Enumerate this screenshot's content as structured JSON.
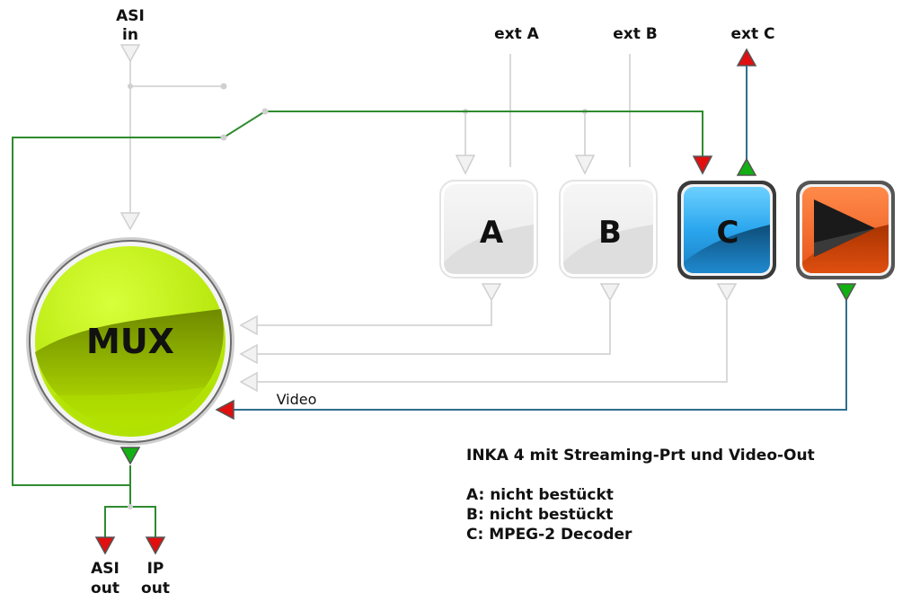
{
  "labels": {
    "asi_in": [
      "ASI",
      "in"
    ],
    "ext_a": "ext A",
    "ext_b": "ext B",
    "ext_c": "ext C",
    "asi_out": [
      "ASI",
      "out"
    ],
    "ip_out": [
      "IP",
      "out"
    ],
    "video": "Video"
  },
  "modules": {
    "mux": "MUX",
    "a": "A",
    "b": "B",
    "c": "C"
  },
  "info": {
    "title": "INKA 4 mit Streaming-Prt und Video-Out",
    "lines": [
      "A: nicht bestückt",
      "B: nicht bestückt",
      "C: MPEG-2 Decoder"
    ]
  },
  "colors": {
    "active_green": "#2e8b2e",
    "signal_blue": "#2f6f8f",
    "inactive_gray": "#d6d6d6",
    "mux_green": "#b6e000",
    "module_c_blue": "#2aa0e8",
    "video_orange": "#ee5a1c",
    "arrow_red": "#e01010",
    "arrow_green": "#10b010"
  },
  "icons": {
    "video_out": "play-icon"
  }
}
